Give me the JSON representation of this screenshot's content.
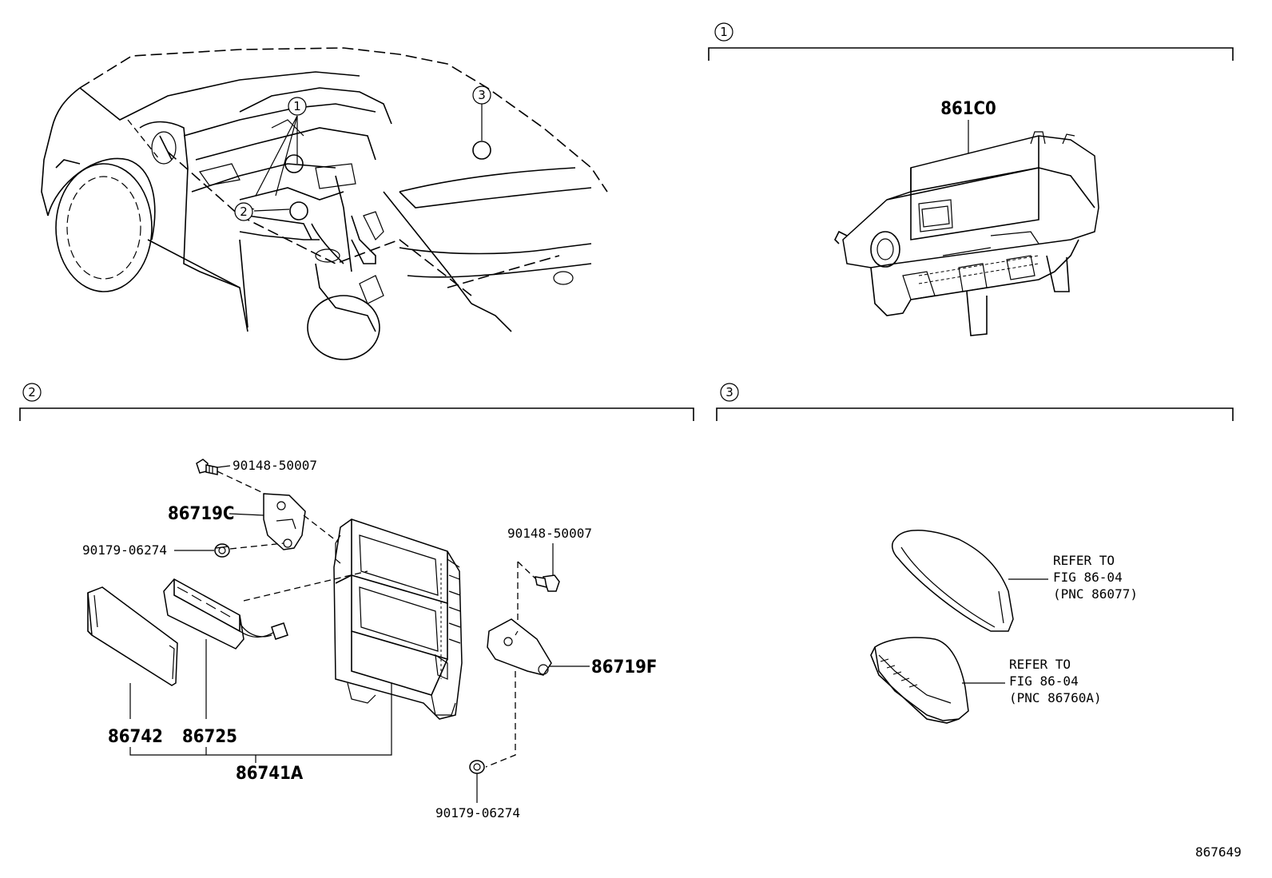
{
  "sections": {
    "s1": {
      "number": "1"
    },
    "s2": {
      "number": "2"
    },
    "s3": {
      "number": "3"
    }
  },
  "overview": {
    "callouts": [
      "1",
      "2",
      "3"
    ]
  },
  "section1": {
    "part_label": "861C0"
  },
  "section2": {
    "labels": {
      "bolt_top": "90148-50007",
      "bracket_left": "86719C",
      "nut_left": "90179-06274",
      "bolt_right": "90148-50007",
      "bracket_right": "86719F",
      "nut_bottom": "90179-06274",
      "cover": "86742",
      "module": "86725",
      "assembly": "86741A"
    }
  },
  "section3": {
    "ref1": [
      "REFER TO",
      "FIG 86-04",
      "(PNC 86077)"
    ],
    "ref2": [
      "REFER TO",
      "FIG 86-04",
      "(PNC 86760A)"
    ]
  },
  "figure_id": "867649"
}
